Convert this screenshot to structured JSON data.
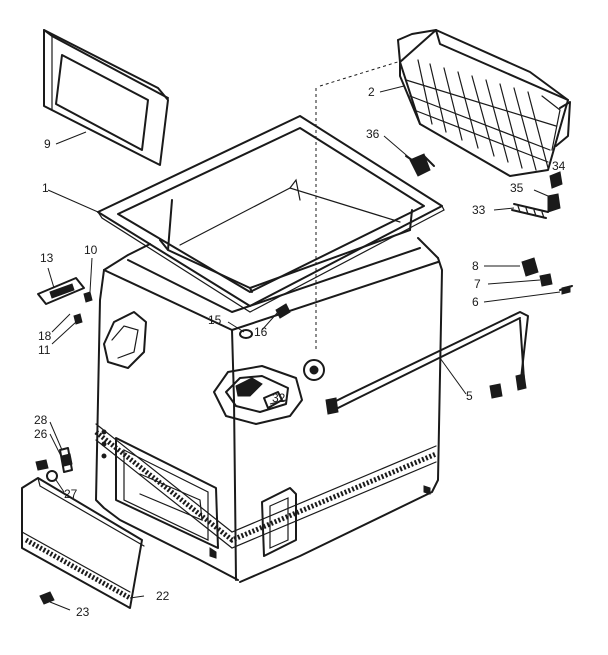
{
  "callouts": [
    {
      "id": "c2",
      "text": "2"
    },
    {
      "id": "c36",
      "text": "36"
    },
    {
      "id": "c34",
      "text": "34"
    },
    {
      "id": "c35",
      "text": "35"
    },
    {
      "id": "c33",
      "text": "33"
    },
    {
      "id": "c9",
      "text": "9"
    },
    {
      "id": "c1",
      "text": "1"
    },
    {
      "id": "c13",
      "text": "13"
    },
    {
      "id": "c10",
      "text": "10"
    },
    {
      "id": "c18",
      "text": "18"
    },
    {
      "id": "c11",
      "text": "11"
    },
    {
      "id": "c15",
      "text": "15"
    },
    {
      "id": "c16",
      "text": "16"
    },
    {
      "id": "c8",
      "text": "8"
    },
    {
      "id": "c7",
      "text": "7"
    },
    {
      "id": "c6",
      "text": "6"
    },
    {
      "id": "c5",
      "text": "5"
    },
    {
      "id": "c32",
      "text": "32"
    },
    {
      "id": "c28",
      "text": "28"
    },
    {
      "id": "c26",
      "text": "26"
    },
    {
      "id": "c27",
      "text": "27"
    },
    {
      "id": "c22",
      "text": "22"
    },
    {
      "id": "c23",
      "text": "23"
    }
  ]
}
